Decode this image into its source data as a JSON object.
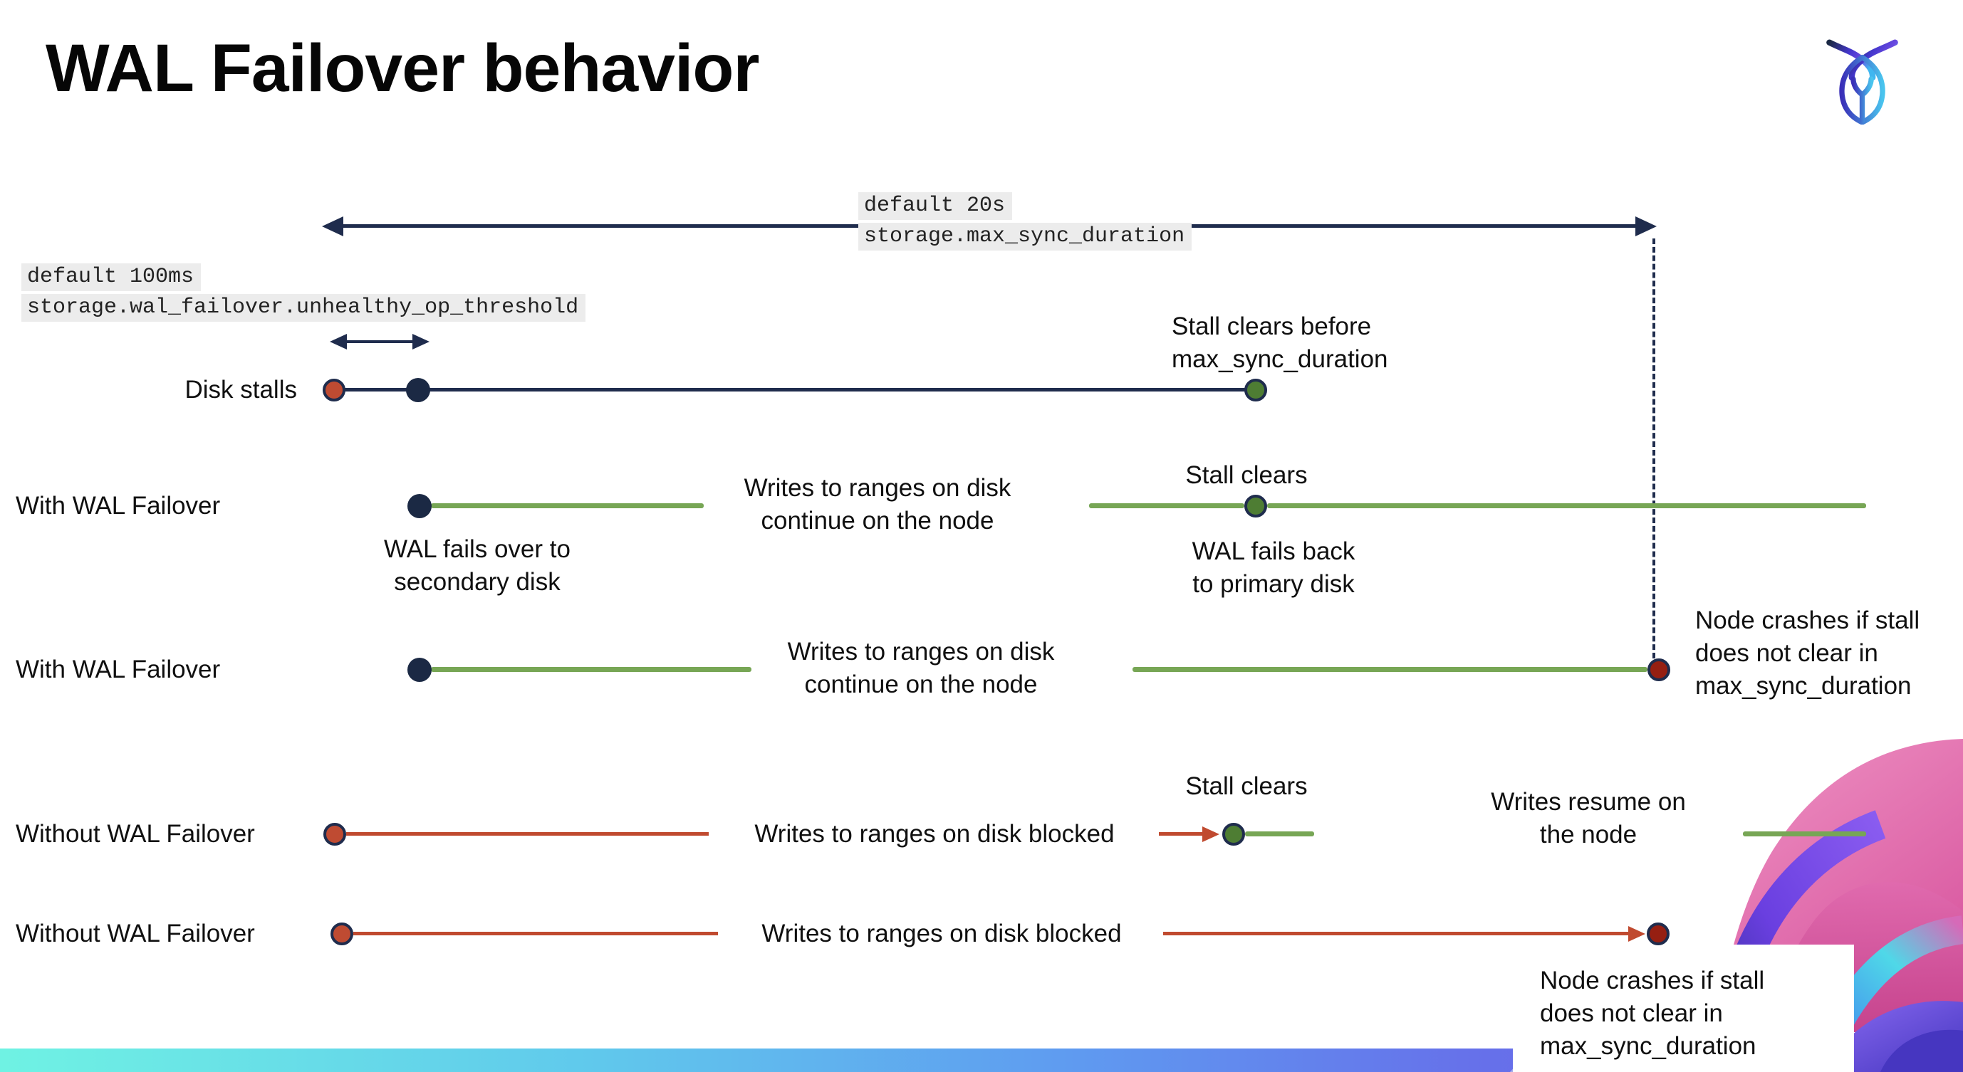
{
  "title": "WAL Failover behavior",
  "config_labels": {
    "max_sync_duration": {
      "default": "default 20s",
      "setting": "storage.max_sync_duration"
    },
    "unhealthy_op_threshold": {
      "default": "default 100ms",
      "setting": "storage.wal_failover.unhealthy_op_threshold"
    }
  },
  "rows": [
    {
      "label": "Disk stalls"
    },
    {
      "label": "With WAL Failover"
    },
    {
      "label": "With WAL Failover"
    },
    {
      "label": "Without WAL Failover"
    },
    {
      "label": "Without WAL Failover"
    }
  ],
  "annotations": {
    "stall_clears_before": {
      "line1": "Stall clears before",
      "line2": "max_sync_duration"
    },
    "stall_clears": "Stall clears",
    "wal_fails_over": {
      "line1": "WAL fails over to",
      "line2": "secondary disk"
    },
    "wal_fails_back": {
      "line1": "WAL fails  back",
      "line2": "to primary disk"
    },
    "writes_continue": {
      "line1": "Writes to ranges on disk",
      "line2": "continue on the node"
    },
    "writes_blocked": "Writes to ranges on disk  blocked",
    "writes_resume": {
      "line1": "Writes resume on",
      "line2": "the node"
    },
    "node_crashes": {
      "line1": "Node crashes if stall",
      "line2": "does not clear in",
      "line3": "max_sync_duration"
    }
  },
  "colors": {
    "navy": "#1f2c4d",
    "navy_dot": "#1b2944",
    "green_line": "#77a655",
    "green_dot": "#4e7d33",
    "red_line": "#c04a2f",
    "red_dot": "#bf4b32",
    "crash_dot": "#961f12",
    "code_bg": "#ececec",
    "footer_gradient": [
      "#6ff2e3",
      "#60c9ec",
      "#5f9af0",
      "#6f5ae8"
    ],
    "artwork_pink": "#d8569f",
    "artwork_purple": "#6a51e8",
    "artwork_teal": "#4fd8e8"
  }
}
